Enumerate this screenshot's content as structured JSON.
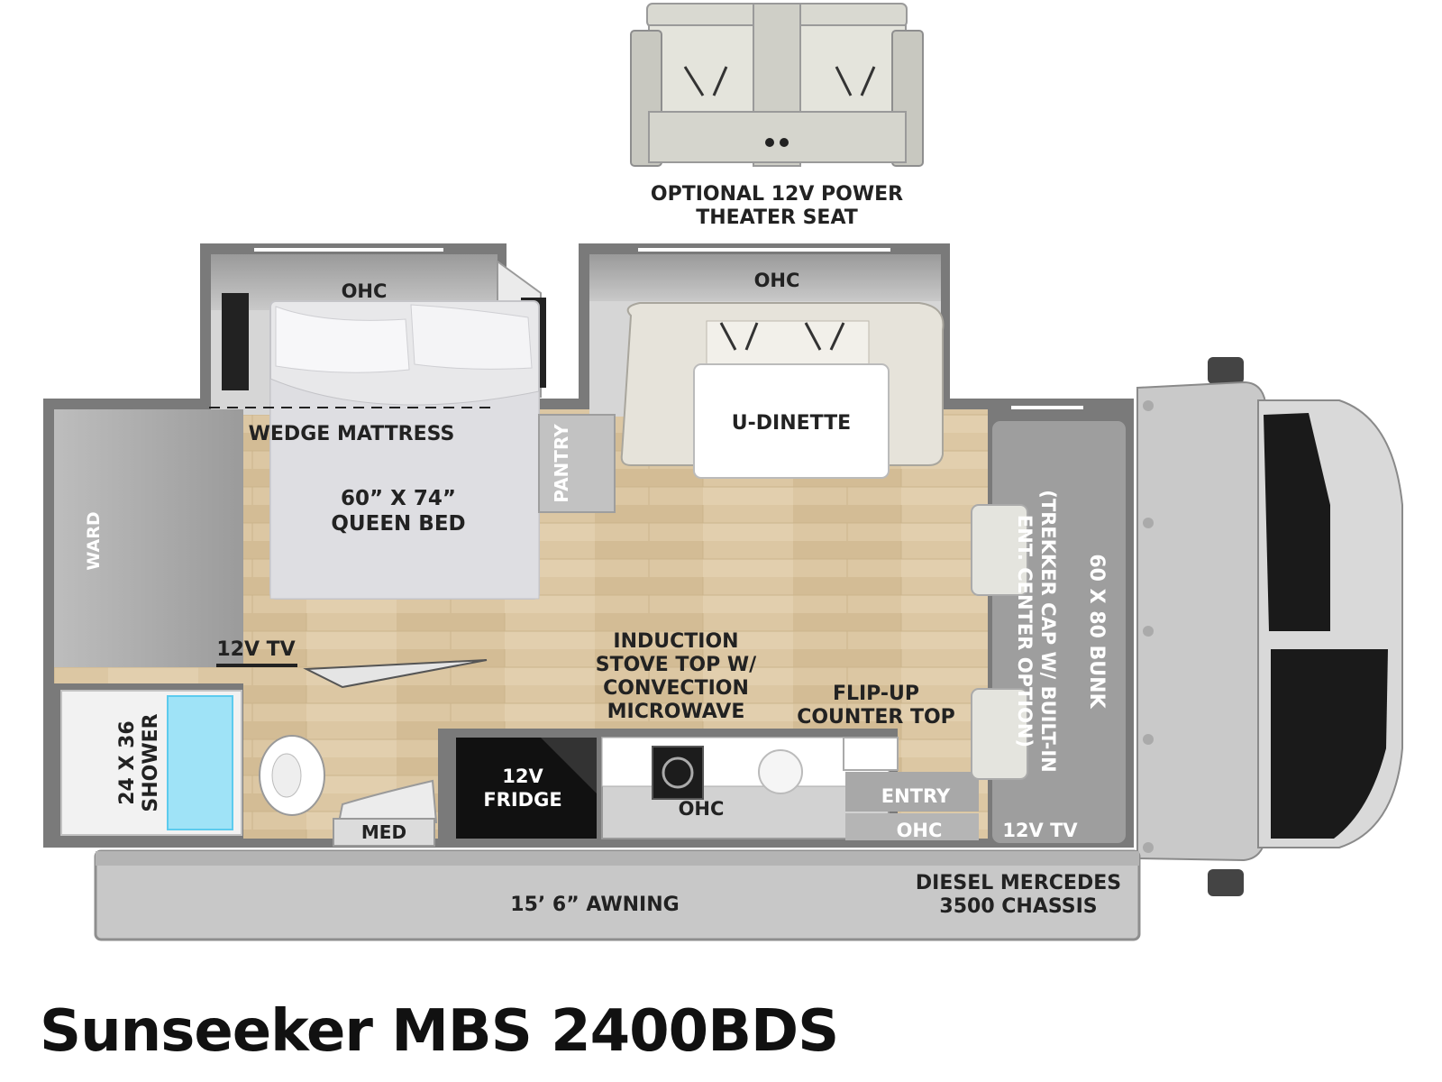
{
  "title": "Sunseeker MBS 2400BDS",
  "colors": {
    "wall": "#7a7a7a",
    "floor": "#d8c3a0",
    "cabinet": "#b5b5b5",
    "shower_glass": "#9fe3f7",
    "fridge": "#111111",
    "awning": "#c8c8c8"
  },
  "labels": {
    "optional_seat_line1": "OPTIONAL 12V POWER",
    "optional_seat_line2": "THEATER SEAT",
    "ohc": "OHC",
    "wedge_mattress": "WEDGE MATTRESS",
    "bed_line1": "60” X 74”",
    "bed_line2": "QUEEN BED",
    "pantry": "PANTRY",
    "dinette": "U-DINETTE",
    "ward": "WARD",
    "tv": "12V TV",
    "bunk_line1": "60 X 80 BUNK",
    "bunk_line2": "(TREKKER CAP W/ BUILT-IN",
    "bunk_line3": "ENT. CENTER OPTION)",
    "stove_line1": "INDUCTION",
    "stove_line2": "STOVE TOP W/",
    "stove_line3": "CONVECTION",
    "stove_line4": "MICROWAVE",
    "counter_line1": "FLIP-UP",
    "counter_line2": "COUNTER TOP",
    "shower_line1": "24 X 36",
    "shower_line2": "SHOWER",
    "fridge_line1": "12V",
    "fridge_line2": "FRIDGE",
    "med": "MED",
    "entry": "ENTRY",
    "awning": "15’ 6” AWNING",
    "chassis_line1": "DIESEL MERCEDES",
    "chassis_line2": "3500 CHASSIS"
  }
}
